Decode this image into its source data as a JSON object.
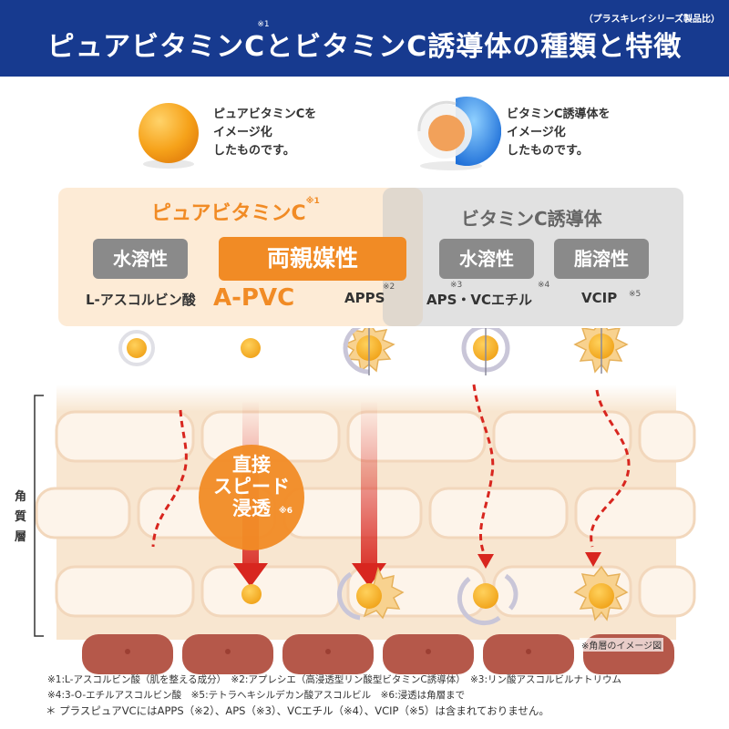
{
  "header": {
    "title": "ピュアビタミンCとビタミンC誘導体の種類と特徴",
    "title_note": "※1",
    "corner_note": "（プラスキレイシリーズ製品比）"
  },
  "illustrations": [
    {
      "name": "pure",
      "text": "ピュアビタミンCを\nイメージ化\nしたものです。"
    },
    {
      "name": "derivative",
      "text": "ビタミンC誘導体を\nイメージ化\nしたものです。"
    }
  ],
  "categories": {
    "pure": {
      "title": "ピュアビタミンC",
      "note": "※1"
    },
    "derivative": {
      "title": "ビタミンC誘導体"
    }
  },
  "pills": {
    "water1": "水溶性",
    "amphi": "両親媒性",
    "water2": "水溶性",
    "fat": "脂溶性"
  },
  "labels": {
    "l_ascorbic": "L-アスコルビン酸",
    "apvc": "A-PVC",
    "apps": "APPS",
    "apps_note": "※2",
    "aps_vc": "APS・VCエチル",
    "aps_note": "※3",
    "vc_note": "※4",
    "vcip": "VCIP",
    "vcip_note": "※5"
  },
  "diagram": {
    "side_label": [
      "角",
      "質",
      "層"
    ],
    "bubble": "直接\nスピード\n浸透",
    "bubble_note": "※6",
    "caption": "※角層のイメージ図"
  },
  "footnotes": [
    "※1:L-アスコルビン酸（肌を整える成分）　※2:アプレシエ（高浸透型リン酸型ビタミンC誘導体）　※3:リン酸アスコルビルナトリウム",
    "※4:3-O-エチルアスコルビン酸　※5:テトラヘキシルデカン酸アスコルビル　※6:浸透は角層まで",
    "＊ プラスピュアVCにはAPPS（※2）、APS（※3）、VCエチル（※4）、VCIP（※5）は含まれておりません。"
  ],
  "colors": {
    "header_bg": "#173a8f",
    "orange": "#f18b25",
    "gray": "#8a8a8a",
    "skin": "#f8e6d0",
    "arrow_red": "#d8261f",
    "cell_bottom": "#b5584a"
  }
}
